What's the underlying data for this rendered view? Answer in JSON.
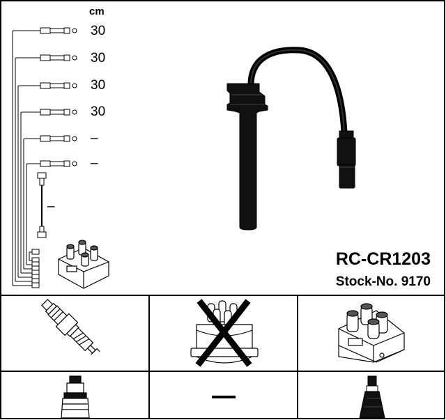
{
  "header": {
    "unit": "cm"
  },
  "leads": [
    {
      "length": "30"
    },
    {
      "length": "30"
    },
    {
      "length": "30"
    },
    {
      "length": "30"
    },
    {
      "length": "–"
    },
    {
      "length": "–"
    }
  ],
  "coil_lead_length": "–",
  "product": {
    "code": "RC-CR1203",
    "stock": "Stock-No. 9170"
  },
  "accessory_grid": {
    "spark_plug_boot": {
      "icon": "spark-plug-icon"
    },
    "distributor_cap": {
      "icon": "distributor-cap-icon",
      "status": "not-included"
    },
    "ignition_coil": {
      "icon": "ignition-coil-icon"
    },
    "straight_boot": {
      "icon": "straight-boot-icon"
    },
    "no_item": {
      "label": "—"
    },
    "coil_boot": {
      "icon": "coil-boot-icon"
    }
  }
}
